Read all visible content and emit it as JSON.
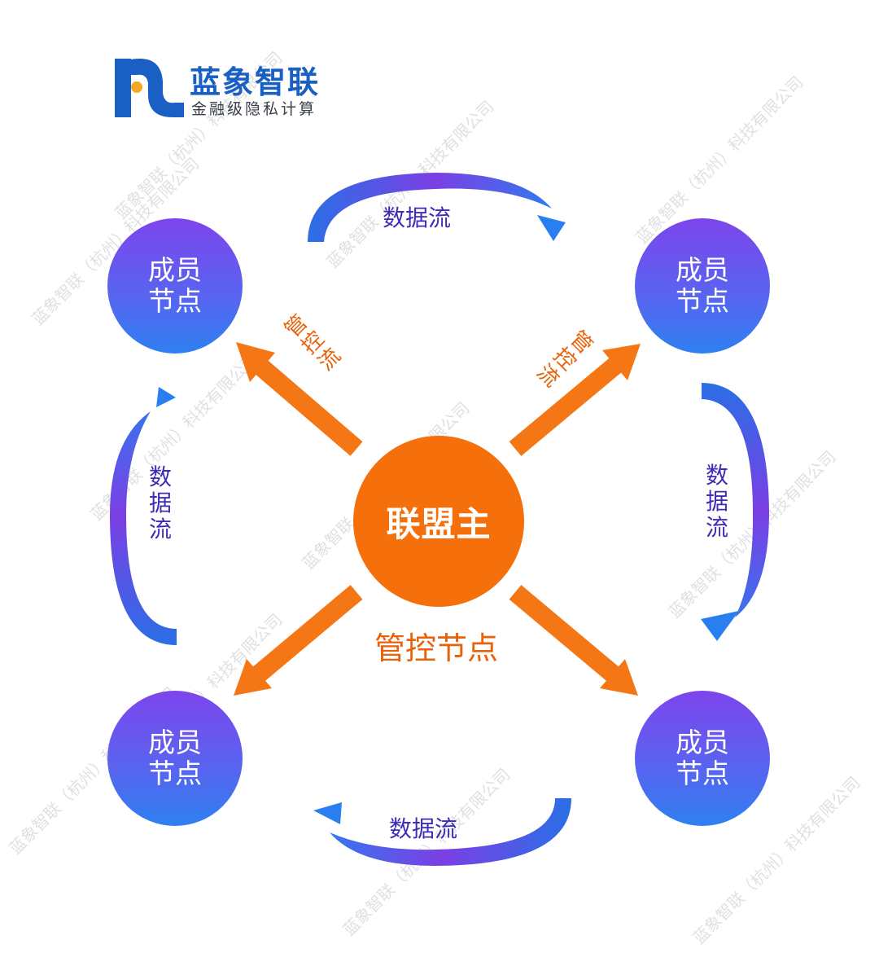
{
  "brand": {
    "name": "蓝象智联",
    "tagline": "金融级隐私计算"
  },
  "watermark": "蓝象智联（杭州）科技有限公司",
  "hub": {
    "label": "联盟主",
    "caption": "管控节点"
  },
  "members": [
    {
      "label": "成员节点"
    },
    {
      "label": "成员节点"
    },
    {
      "label": "成员节点"
    },
    {
      "label": "成员节点"
    }
  ],
  "flows": {
    "data_top": "数据流",
    "data_bottom": "数据流",
    "data_left": "数据流",
    "data_right": "数据流",
    "control_left": "管控流",
    "control_right": "管控流"
  },
  "colors": {
    "hub": "#f56f0a",
    "control_arrow": "#f57614",
    "control_text": "#e9620a",
    "node_gradient_top": "#7d45ec",
    "node_gradient_bottom": "#2e80f0",
    "data_arrow_purple": "#7b3fe4",
    "data_arrow_blue": "#2a7ff0",
    "data_text": "#3d2bb8",
    "brand_blue": "#1a5fc4",
    "brand_orange": "#f5a623"
  }
}
